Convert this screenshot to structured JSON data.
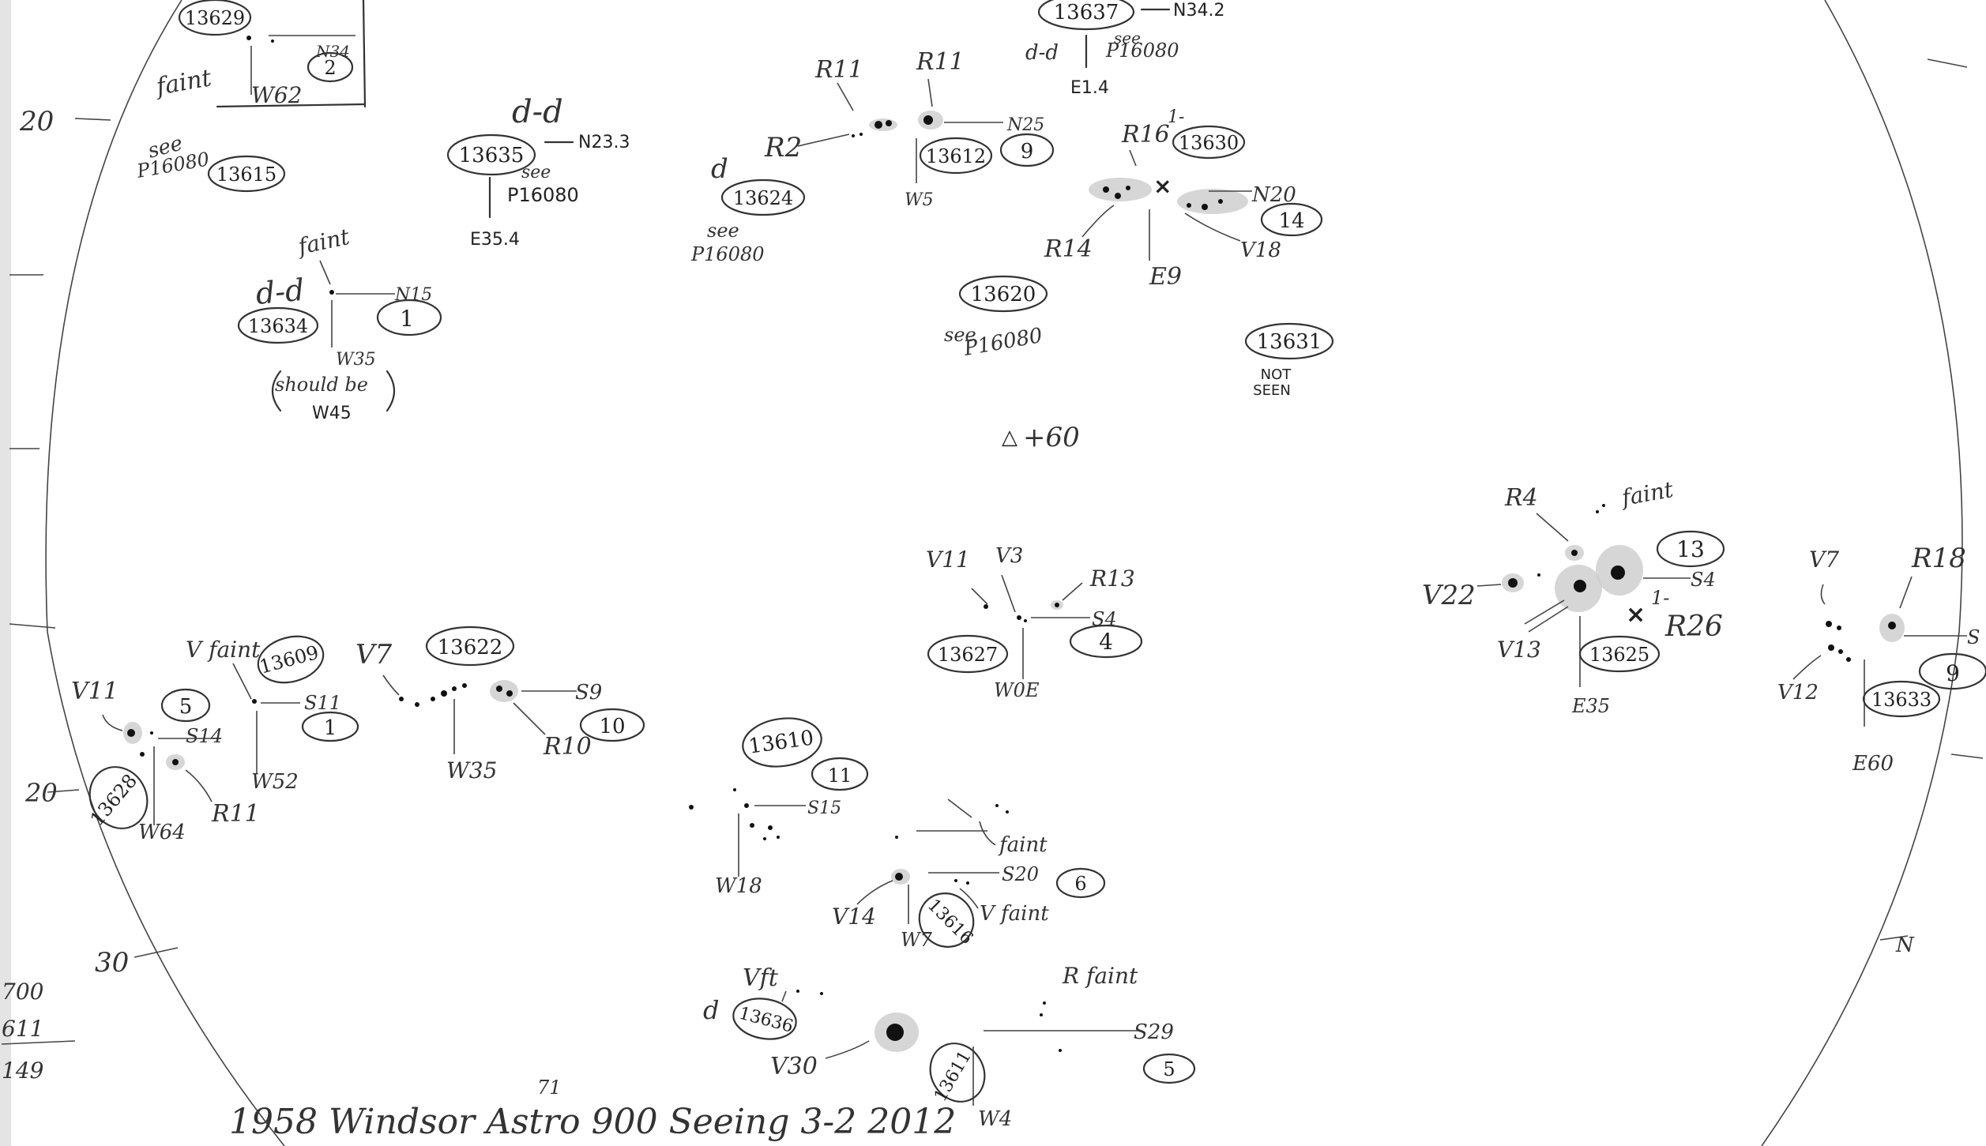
{
  "labels": {
    "r13629": "13629",
    "n342": "N34",
    "c2": "2",
    "faint_a": "faint",
    "w62": "W62",
    "deg20_top": "20",
    "see_a": "see",
    "p16080_a": "P16080",
    "r13615": "13615",
    "dd_a": "d-d",
    "r13635": "13635",
    "n233": "N23.3",
    "see_b": "see",
    "p16080_b": "P16080",
    "e354": "E35.4",
    "faint_b": "faint",
    "dd_b": "d-d",
    "n15": "N15",
    "c1": "1",
    "r13634": "13634",
    "w35_a": "W35",
    "shouldbe": "should be",
    "w45": "W45",
    "r11_a": "R11",
    "r11_b": "R11",
    "r2": "R2",
    "n25": "N25",
    "r13612": "13612",
    "c9_a": "9",
    "d_a": "d",
    "r13624": "13624",
    "w5": "W5",
    "see_c": "see",
    "p16080_c": "P16080",
    "r13637": "13637",
    "n342b": "N34.2",
    "dd_c": "d-d",
    "see_d": "see",
    "p16080_d": "P16080",
    "e14": "E1.4",
    "r16": "R16",
    "one_a": "1-",
    "r13630": "13630",
    "n20": "N20",
    "c14": "14",
    "r14": "R14",
    "e9": "E9",
    "v18": "V18",
    "r13620": "13620",
    "see_e": "see",
    "p16080_e": "P16080",
    "r13631": "13631",
    "notseen_1": "NOT",
    "notseen_2": "SEEN",
    "delta60": "+60",
    "r4": "R4",
    "faint_c": "faint",
    "c13": "13",
    "v22": "V22",
    "s4_a": "S4",
    "one_b": "1-",
    "v13": "V13",
    "r26": "R26",
    "r13625": "13625",
    "e35": "E35",
    "v7_a": "V7",
    "r18": "R18",
    "s_edge": "S",
    "c9_b": "9",
    "v12": "V12",
    "r13633": "13633",
    "e60": "E60",
    "v11_a": "V11",
    "v3": "V3",
    "r13": "R13",
    "s4_b": "S4",
    "c4": "4",
    "r13627": "13627",
    "w0e": "W0E",
    "vfaint_a": "V faint",
    "r13609": "13609",
    "v11_b": "V11",
    "c5_a": "5",
    "s11": "S11",
    "s14": "S14",
    "c1b": "1",
    "w52": "W52",
    "deg20_bot": "20",
    "r13628": "13628",
    "w64": "W64",
    "r11_c": "R11",
    "v7_b": "V7",
    "r13622": "13622",
    "s9": "S9",
    "c10": "10",
    "r10": "R10",
    "w35_b": "W35",
    "r13610": "13610",
    "c11": "11",
    "s15": "S15",
    "w18": "W18",
    "faint_d": "faint",
    "s20": "S20",
    "c6": "6",
    "v14": "V14",
    "r13616": "13616",
    "w7": "W7",
    "vfaint_b": "V faint",
    "d_b": "d",
    "vft": "Vft",
    "r13636": "13636",
    "v30": "V30",
    "r13611": "13611",
    "rfaint": "R faint",
    "s29": "S29",
    "c5_b": "5",
    "w4": "W4",
    "deg30": "30",
    "left_700": "700",
    "left_611": "611",
    "left_149": "149",
    "footer": "1958 Windsor Astro 900 Seeing 3-2 2012",
    "footer_sup": "71",
    "right_n": "N"
  }
}
